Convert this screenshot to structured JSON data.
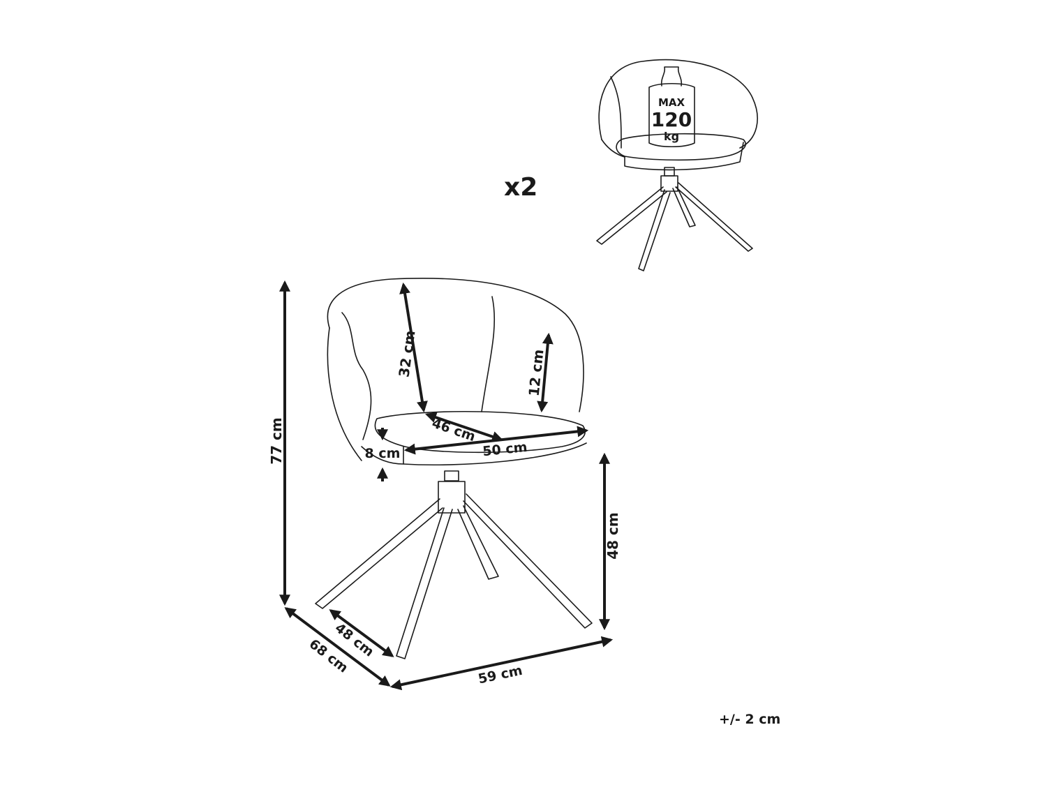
{
  "quantity": "x2",
  "max_load": {
    "line1": "MAX",
    "line2": "120",
    "line3": "kg"
  },
  "dimensions": {
    "total_height": "77 cm",
    "backrest_height": "32 cm",
    "armrest_height": "12 cm",
    "seat_depth": "46 cm",
    "seat_width": "50 cm",
    "seat_thickness": "8 cm",
    "seat_height": "48 cm",
    "leg_depth": "48 cm",
    "total_depth": "68 cm",
    "total_width": "59 cm"
  },
  "tolerance": "+/- 2 cm",
  "colors": {
    "ink": "#1a1a1a",
    "background": "#ffffff"
  }
}
